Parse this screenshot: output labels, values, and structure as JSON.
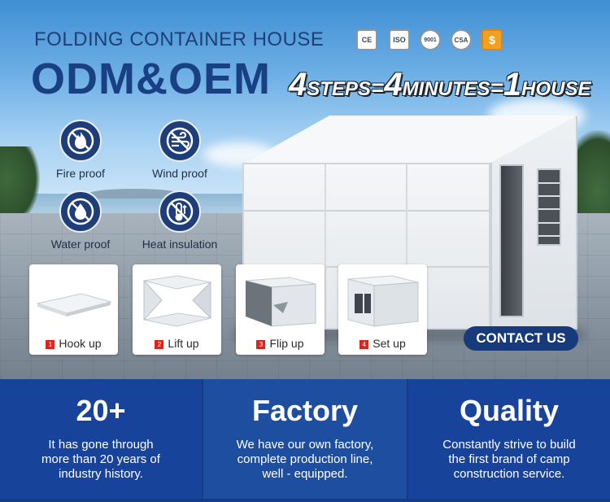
{
  "header": {
    "title": "FOLDING CONTAINER HOUSE",
    "headline": "ODM&OEM",
    "steps_tagline": {
      "steps_num": "4",
      "steps_word": "STEPS",
      "eq1": "=",
      "minutes_num": "4",
      "minutes_word": "MINUTES",
      "eq2": "=",
      "house_num": "1",
      "house_word": "HOUSE"
    }
  },
  "certifications": [
    {
      "icon": "ce-mark-icon",
      "text": "CE"
    },
    {
      "icon": "iso-icon",
      "text": "ISO"
    },
    {
      "icon": "iso-9001-icon",
      "text": "9001"
    },
    {
      "icon": "csa-icon",
      "text": "CSA"
    },
    {
      "icon": "sgs-icon",
      "text": "$"
    }
  ],
  "features": [
    {
      "icon": "fire-proof-icon",
      "label": "Fire proof"
    },
    {
      "icon": "wind-proof-icon",
      "label": "Wind proof"
    },
    {
      "icon": "water-proof-icon",
      "label": "Water proof"
    },
    {
      "icon": "heat-insulation-icon",
      "label": "Heat insulation"
    }
  ],
  "steps": [
    {
      "number": "1",
      "label": "Hook up"
    },
    {
      "number": "2",
      "label": "Lift up"
    },
    {
      "number": "3",
      "label": "Flip up"
    },
    {
      "number": "4",
      "label": "Set up"
    }
  ],
  "contact_button": "CONTACT US",
  "highlights": [
    {
      "heading": "20+",
      "lines": [
        "It has gone through",
        "more than 20 years of",
        "industry history."
      ]
    },
    {
      "heading": "Factory",
      "lines": [
        "We have our own factory,",
        "complete production line,",
        "well - equipped."
      ]
    },
    {
      "heading": "Quality",
      "lines": [
        "Constantly strive to build",
        "the first brand of camp",
        "construction service."
      ]
    }
  ],
  "colors": {
    "brand_navy": "#184083",
    "band_dark": "#17439a",
    "band_mid": "#1d4ea0",
    "step_number_red": "#d9261c",
    "cert_gold": "#f3a022"
  }
}
